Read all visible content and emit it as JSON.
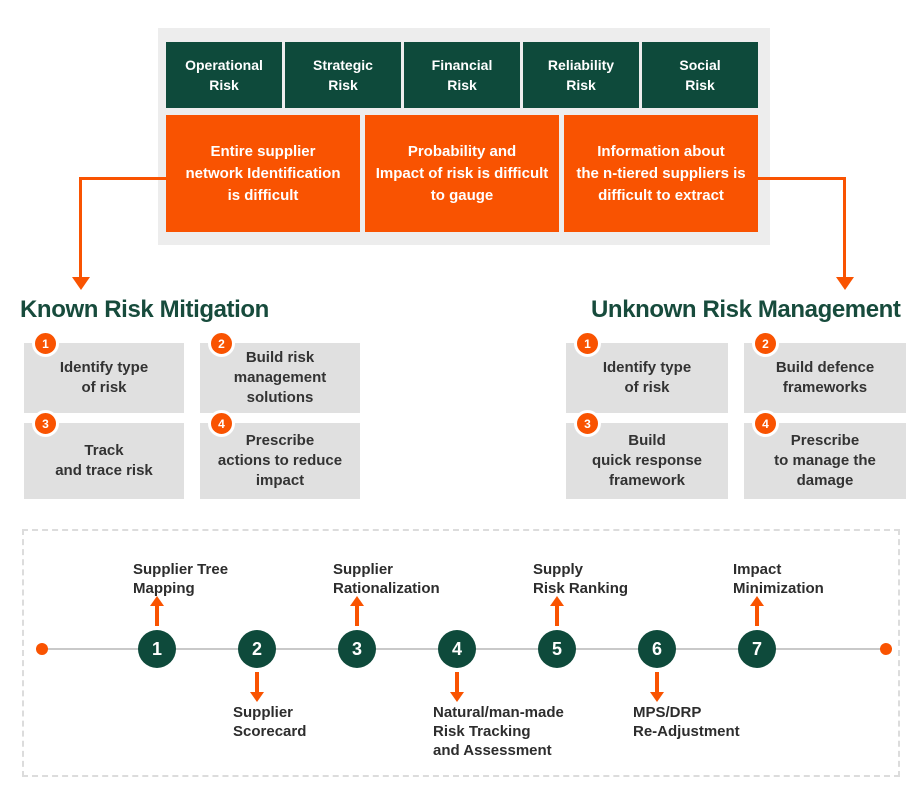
{
  "colors": {
    "brand_green": "#0e4a3b",
    "heading_green": "#174b3c",
    "brand_orange": "#f95301",
    "panel_gray": "#ededed",
    "card_gray": "#e0e0e0",
    "line_gray": "#c9c9c9",
    "dashed_border_gray": "#dcdcdc",
    "text_dark": "#2d2d2d"
  },
  "risk_matrix": {
    "risk_types": [
      "Operational\nRisk",
      "Strategic\nRisk",
      "Financial\nRisk",
      "Reliability\nRisk",
      "Social\nRisk"
    ],
    "challenges": [
      "Entire supplier\nnetwork Identification\nis difficult",
      "Probability and\nImpact of risk is difficult\nto gauge",
      "Information about\nthe n-tiered suppliers is\ndifficult to extract"
    ]
  },
  "known_risk": {
    "title": "Known Risk Mitigation",
    "items": [
      {
        "num": "1",
        "text": "Identify type\nof risk"
      },
      {
        "num": "2",
        "text": "Build risk\nmanagement\nsolutions"
      },
      {
        "num": "3",
        "text": "Track\nand trace risk"
      },
      {
        "num": "4",
        "text": "Prescribe\nactions to reduce\nimpact"
      }
    ]
  },
  "unknown_risk": {
    "title": "Unknown Risk Management",
    "items": [
      {
        "num": "1",
        "text": "Identify type\nof risk"
      },
      {
        "num": "2",
        "text": "Build defence\nframeworks"
      },
      {
        "num": "3",
        "text": "Build\nquick response\nframework"
      },
      {
        "num": "4",
        "text": "Prescribe\nto manage the\ndamage"
      }
    ]
  },
  "timeline": {
    "steps": [
      {
        "num": "1",
        "label": "Supplier Tree\nMapping",
        "position": "above"
      },
      {
        "num": "2",
        "label": "Supplier\nScorecard",
        "position": "below"
      },
      {
        "num": "3",
        "label": "Supplier\nRationalization",
        "position": "above"
      },
      {
        "num": "4",
        "label": "Natural/man-made\nRisk Tracking\nand Assessment",
        "position": "below"
      },
      {
        "num": "5",
        "label": "Supply\nRisk Ranking",
        "position": "above"
      },
      {
        "num": "6",
        "label": "MPS/DRP\nRe-Adjustment",
        "position": "below"
      },
      {
        "num": "7",
        "label": "Impact\nMinimization",
        "position": "above"
      }
    ]
  }
}
